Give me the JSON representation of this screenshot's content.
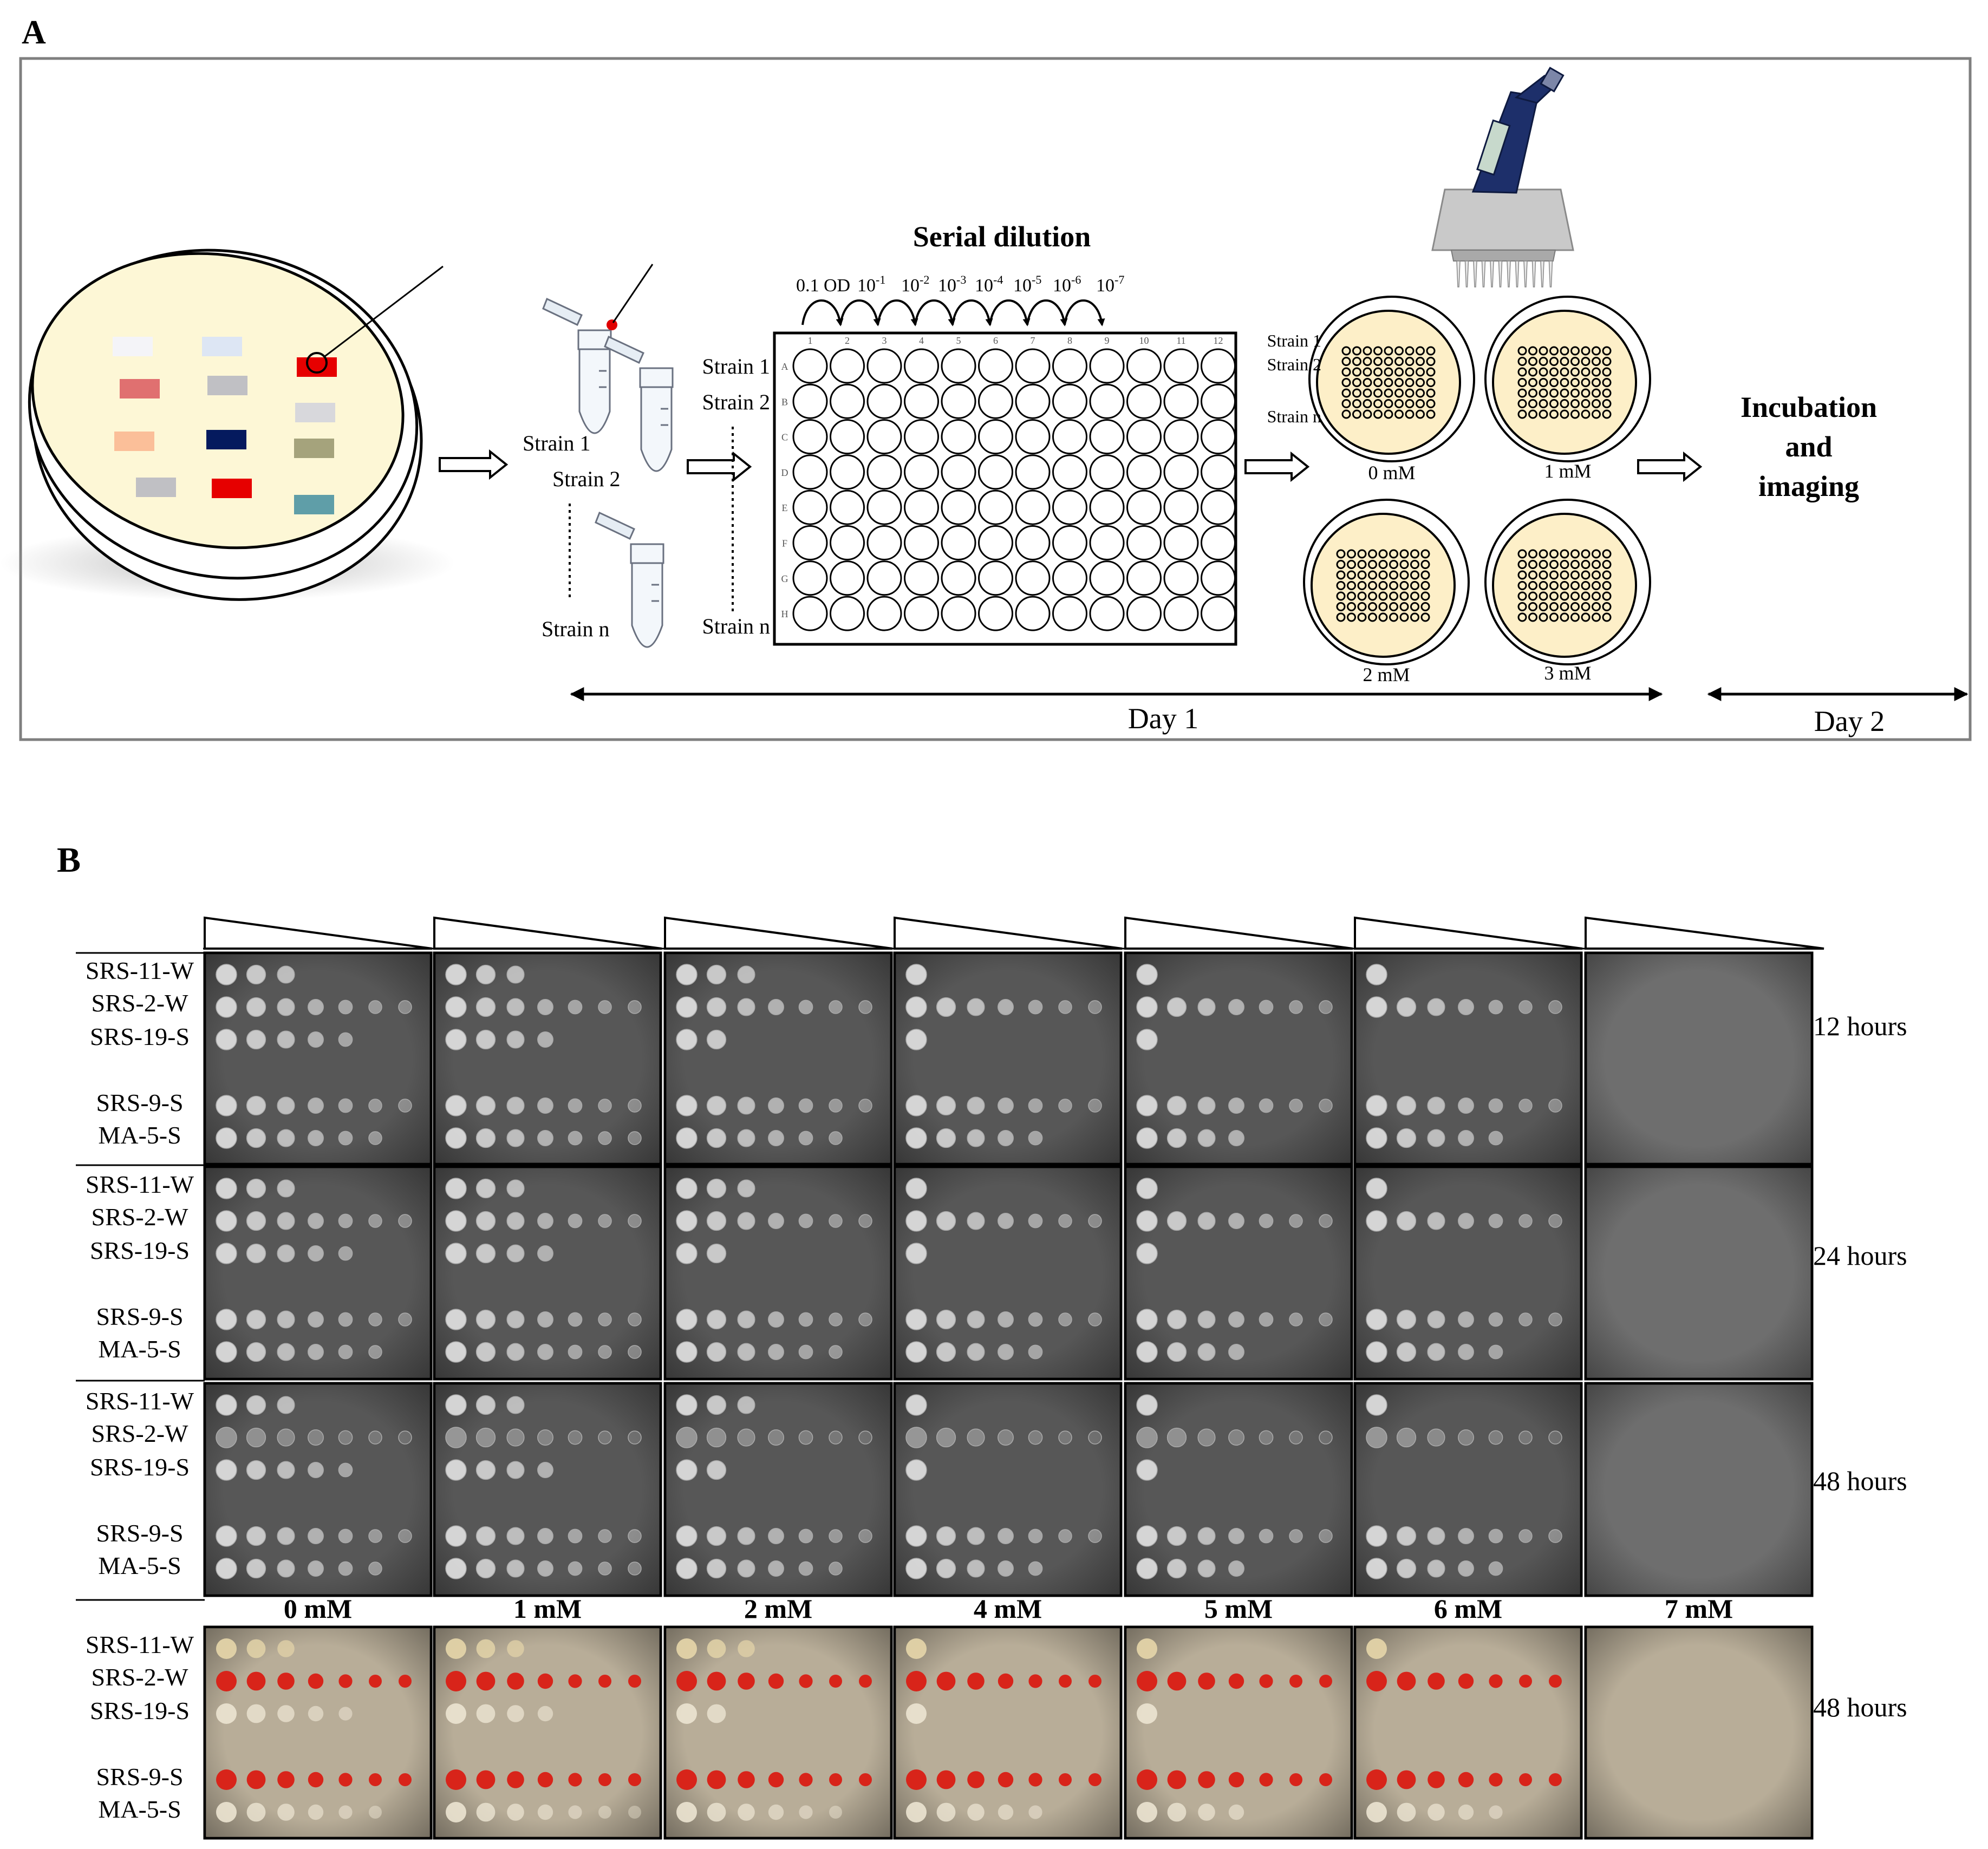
{
  "panel_a": {
    "label": "A",
    "title": "Serial dilution",
    "dilution_labels": [
      "0.1 OD",
      "10",
      "10",
      "10",
      "10",
      "10",
      "10",
      "10"
    ],
    "dilution_exponents": [
      "",
      "-1",
      "-2",
      "-3",
      "-4",
      "-5",
      "-6",
      "-7"
    ],
    "plate_columns": [
      "1",
      "2",
      "3",
      "4",
      "5",
      "6",
      "7",
      "8",
      "9",
      "10",
      "11",
      "12"
    ],
    "plate_rows": [
      "A",
      "B",
      "C",
      "D",
      "E",
      "F",
      "G",
      "H"
    ],
    "tube_labels": [
      "Strain 1",
      "Strain 2",
      "Strain n"
    ],
    "well_plate_strain_labels": [
      "Strain 1",
      "Strain 2",
      "Strain n"
    ],
    "spot_plate_strain_labels": [
      "Strain 1",
      "Strain 2",
      "Strain n"
    ],
    "spot_plates": [
      "0 mM",
      "1 mM",
      "2 mM",
      "3 mM"
    ],
    "incubation_lines": [
      "Incubation",
      "and",
      "imaging"
    ],
    "day1": "Day 1",
    "day2": "Day 2",
    "streak_colors": [
      "#f4f4f8",
      "#dde6f4",
      "#e60000",
      "#e07070",
      "#c0c0c4",
      "#d8d8dc",
      "#fbbf99",
      "#051a5e",
      "#a5a37c",
      "#c0c0c4",
      "#e60000",
      "#5f9ea8"
    ]
  },
  "panel_b": {
    "label": "B",
    "concentrations": [
      "0 mM",
      "1 mM",
      "2 mM",
      "4 mM",
      "5 mM",
      "6 mM",
      "7 mM"
    ],
    "strains": [
      "SRS-11-W",
      "SRS-2-W",
      "SRS-19-S",
      "SRS-9-S",
      "MA-5-S"
    ],
    "times": [
      "12 hours",
      "24 hours",
      "48 hours",
      "48 hours"
    ],
    "colors": {
      "plate_gray": "#575757",
      "agar_tan": "#b8ad98",
      "pigment_red": "#d8241a",
      "colony_gray": "#dcdcdc",
      "colony_cream": "#ece4d2"
    }
  }
}
